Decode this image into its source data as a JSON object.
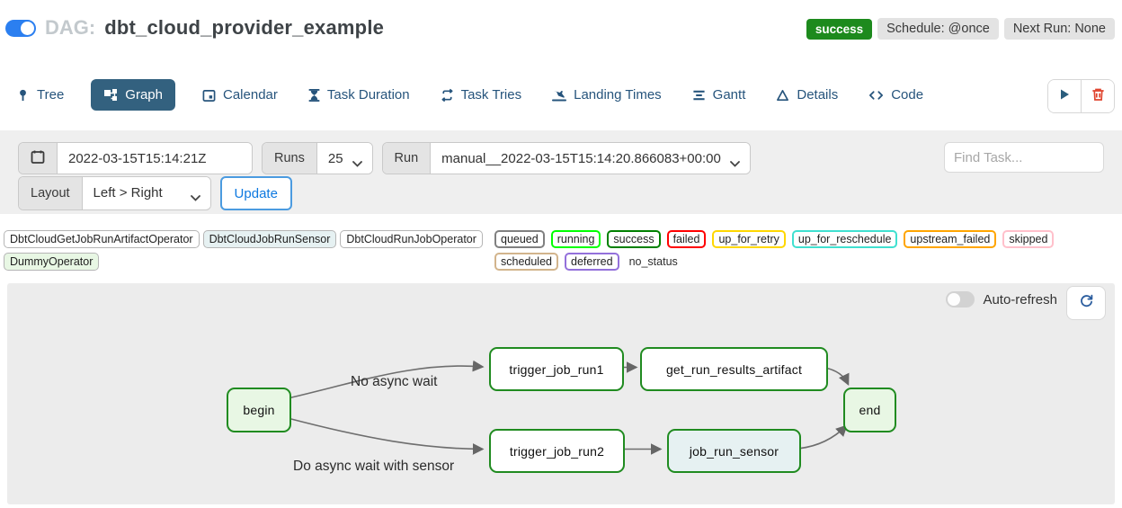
{
  "header": {
    "dag_prefix": "DAG:",
    "dag_name": "dbt_cloud_provider_example",
    "status_badge": "success",
    "schedule_badge": "Schedule: @once",
    "next_run_badge": "Next Run: None"
  },
  "tabs": [
    {
      "label": "Tree",
      "icon": "tree-icon",
      "active": false
    },
    {
      "label": "Graph",
      "icon": "graph-icon",
      "active": true
    },
    {
      "label": "Calendar",
      "icon": "calendar-icon",
      "active": false
    },
    {
      "label": "Task Duration",
      "icon": "hourglass-icon",
      "active": false
    },
    {
      "label": "Task Tries",
      "icon": "repeat-icon",
      "active": false
    },
    {
      "label": "Landing Times",
      "icon": "landing-icon",
      "active": false
    },
    {
      "label": "Gantt",
      "icon": "gantt-icon",
      "active": false
    },
    {
      "label": "Details",
      "icon": "details-icon",
      "active": false
    },
    {
      "label": "Code",
      "icon": "code-icon",
      "active": false
    }
  ],
  "filters": {
    "execution_date": "2022-03-15T15:14:21Z",
    "runs_label": "Runs",
    "runs_value": "25",
    "run_label": "Run",
    "run_value": "manual__2022-03-15T15:14:20.866083+00:00",
    "find_task_placeholder": "Find Task...",
    "layout_label": "Layout",
    "layout_value": "Left > Right",
    "update_label": "Update"
  },
  "legend": {
    "operators": [
      {
        "label": "DbtCloudGetJobRunArtifactOperator",
        "color": "#ffffff"
      },
      {
        "label": "DbtCloudJobRunSensor",
        "color": "#e6f1f2"
      },
      {
        "label": "DbtCloudRunJobOperator",
        "color": "#ffffff"
      },
      {
        "label": "DummyOperator",
        "color": "#e8f7e4"
      }
    ],
    "states": [
      {
        "label": "queued",
        "color": "#808080"
      },
      {
        "label": "running",
        "color": "#00ff00"
      },
      {
        "label": "success",
        "color": "#008000"
      },
      {
        "label": "failed",
        "color": "#ff0000"
      },
      {
        "label": "up_for_retry",
        "color": "#ffd700"
      },
      {
        "label": "up_for_reschedule",
        "color": "#40e0d0"
      },
      {
        "label": "upstream_failed",
        "color": "#ffa500"
      },
      {
        "label": "skipped",
        "color": "#ffc0cb"
      },
      {
        "label": "scheduled",
        "color": "#d2b48c"
      },
      {
        "label": "deferred",
        "color": "#9370db"
      }
    ],
    "no_status_label": "no_status"
  },
  "graph": {
    "auto_refresh_label": "Auto-refresh",
    "node_border_color": "#208b20",
    "nodes": [
      {
        "id": "begin",
        "label": "begin",
        "fill": "#e8f7e4"
      },
      {
        "id": "trigger_job_run1",
        "label": "trigger_job_run1",
        "fill": "#ffffff"
      },
      {
        "id": "get_run_results_artifact",
        "label": "get_run_results_artifact",
        "fill": "#ffffff"
      },
      {
        "id": "end",
        "label": "end",
        "fill": "#e8f7e4"
      },
      {
        "id": "trigger_job_run2",
        "label": "trigger_job_run2",
        "fill": "#ffffff"
      },
      {
        "id": "job_run_sensor",
        "label": "job_run_sensor",
        "fill": "#e6f1f2"
      }
    ],
    "edge_labels": [
      "No async wait",
      "Do async wait with sensor"
    ]
  },
  "colors": {
    "accent_blue": "#0e79e0",
    "active_tab": "#33617f",
    "success_green": "#1d8a1d",
    "delete_red": "#e0442e",
    "toggle_blue": "#2b7ff0"
  }
}
